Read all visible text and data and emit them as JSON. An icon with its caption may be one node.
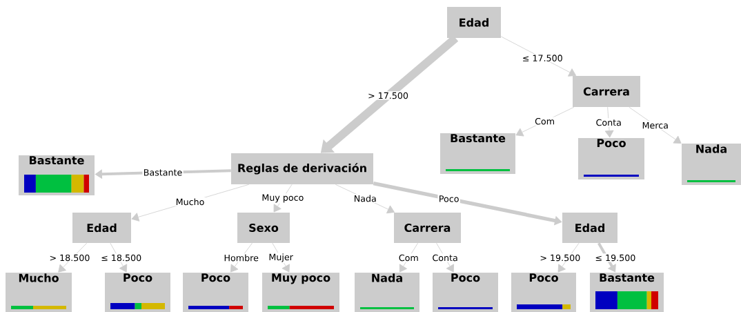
{
  "diagram": {
    "nodes": [
      {
        "text": [
          "Edad"
        ]
      },
      {
        "text": [
          "Carrera"
        ]
      },
      {
        "text": [
          "Reglas de derivación"
        ]
      },
      {
        "text": [
          "Bastante"
        ]
      },
      {
        "text": [
          "Poco"
        ]
      },
      {
        "text": [
          "Nada"
        ]
      },
      {
        "text": [
          "Bastante"
        ]
      },
      {
        "text": [
          "Edad"
        ]
      },
      {
        "text": [
          "Sexo"
        ]
      },
      {
        "text": [
          "Carrera"
        ]
      },
      {
        "text": [
          "Edad"
        ]
      },
      {
        "text": [
          "Mucho"
        ]
      },
      {
        "text": [
          "Poco"
        ]
      },
      {
        "text": [
          "Poco"
        ]
      },
      {
        "text": [
          "Muy poco"
        ]
      },
      {
        "text": [
          "Nada"
        ]
      },
      {
        "text": [
          "Poco"
        ]
      },
      {
        "text": [
          "Poco"
        ]
      },
      {
        "text": [
          "Bastante"
        ]
      }
    ],
    "edges": [
      {
        "from": 0,
        "to": 2,
        "label": "> 17.500",
        "arrow": "to",
        "style": "thick"
      },
      {
        "from": 0,
        "to": 1,
        "label": "≤ 17.500",
        "arrow": "to"
      },
      {
        "from": 1,
        "to": 3,
        "label": "Com",
        "arrow": "to"
      },
      {
        "from": 1,
        "to": 4,
        "label": "Conta",
        "arrow": "to"
      },
      {
        "from": 1,
        "to": 5,
        "label": "Merca",
        "arrow": "to"
      },
      {
        "from": 2,
        "to": 6,
        "label": "Bastante",
        "arrow": "to",
        "style": "thick"
      },
      {
        "from": 2,
        "to": 7,
        "label": "Mucho",
        "arrow": "to"
      },
      {
        "from": 2,
        "to": 8,
        "label": "Muy poco",
        "arrow": "to"
      },
      {
        "from": 2,
        "to": 9,
        "label": "Nada",
        "arrow": "to"
      },
      {
        "from": 2,
        "to": 10,
        "label": "Poco",
        "arrow": "to",
        "style": "thick"
      },
      {
        "from": 7,
        "to": 11,
        "label": "> 18.500",
        "arrow": "to"
      },
      {
        "from": 7,
        "to": 12,
        "label": "≤ 18.500",
        "arrow": "to"
      },
      {
        "from": 8,
        "to": 13,
        "label": "Hombre",
        "arrow": "to"
      },
      {
        "from": 8,
        "to": 14,
        "label": "Mujer",
        "arrow": "to"
      },
      {
        "from": 9,
        "to": 15,
        "label": "Com",
        "arrow": "to"
      },
      {
        "from": 9,
        "to": 16,
        "label": "Conta",
        "arrow": "to"
      },
      {
        "from": 10,
        "to": 17,
        "label": "> 19.500",
        "arrow": "to"
      },
      {
        "from": 10,
        "to": 18,
        "label": "≤ 19.500",
        "arrow": "to",
        "style": "thick"
      }
    ]
  }
}
